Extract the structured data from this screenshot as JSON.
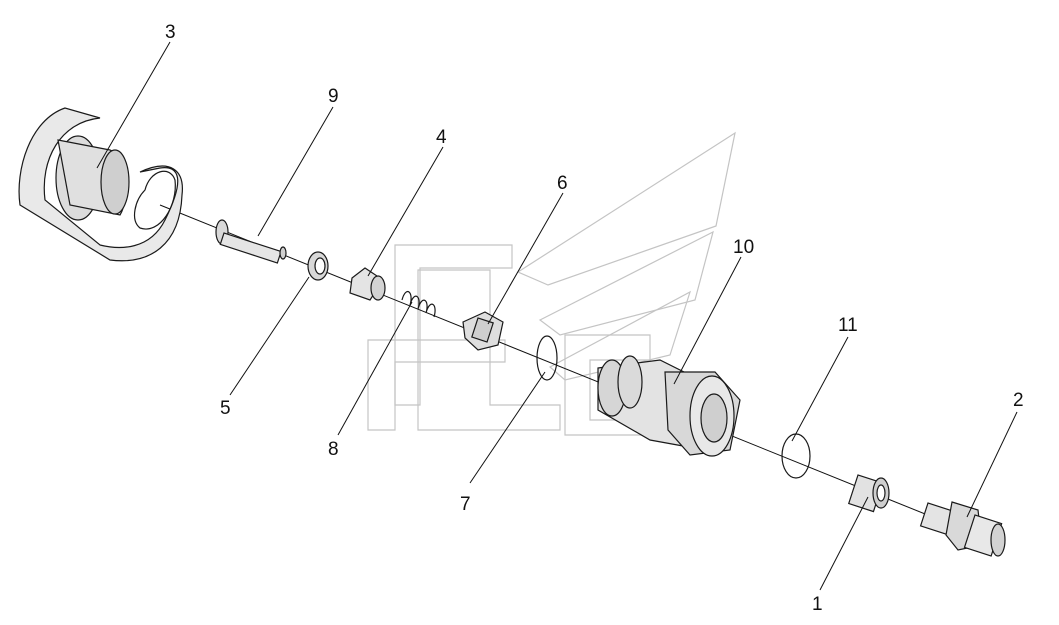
{
  "diagram": {
    "callouts": [
      {
        "label": "1"
      },
      {
        "label": "2"
      },
      {
        "label": "3"
      },
      {
        "label": "4"
      },
      {
        "label": "5"
      },
      {
        "label": "6"
      },
      {
        "label": "7"
      },
      {
        "label": "8"
      },
      {
        "label": "9"
      },
      {
        "label": "10"
      },
      {
        "label": "11"
      }
    ]
  },
  "colors": {
    "line": "#111111",
    "part_fill": "#e6e6e6",
    "watermark": "#c4c4c4",
    "background": "#ffffff"
  }
}
